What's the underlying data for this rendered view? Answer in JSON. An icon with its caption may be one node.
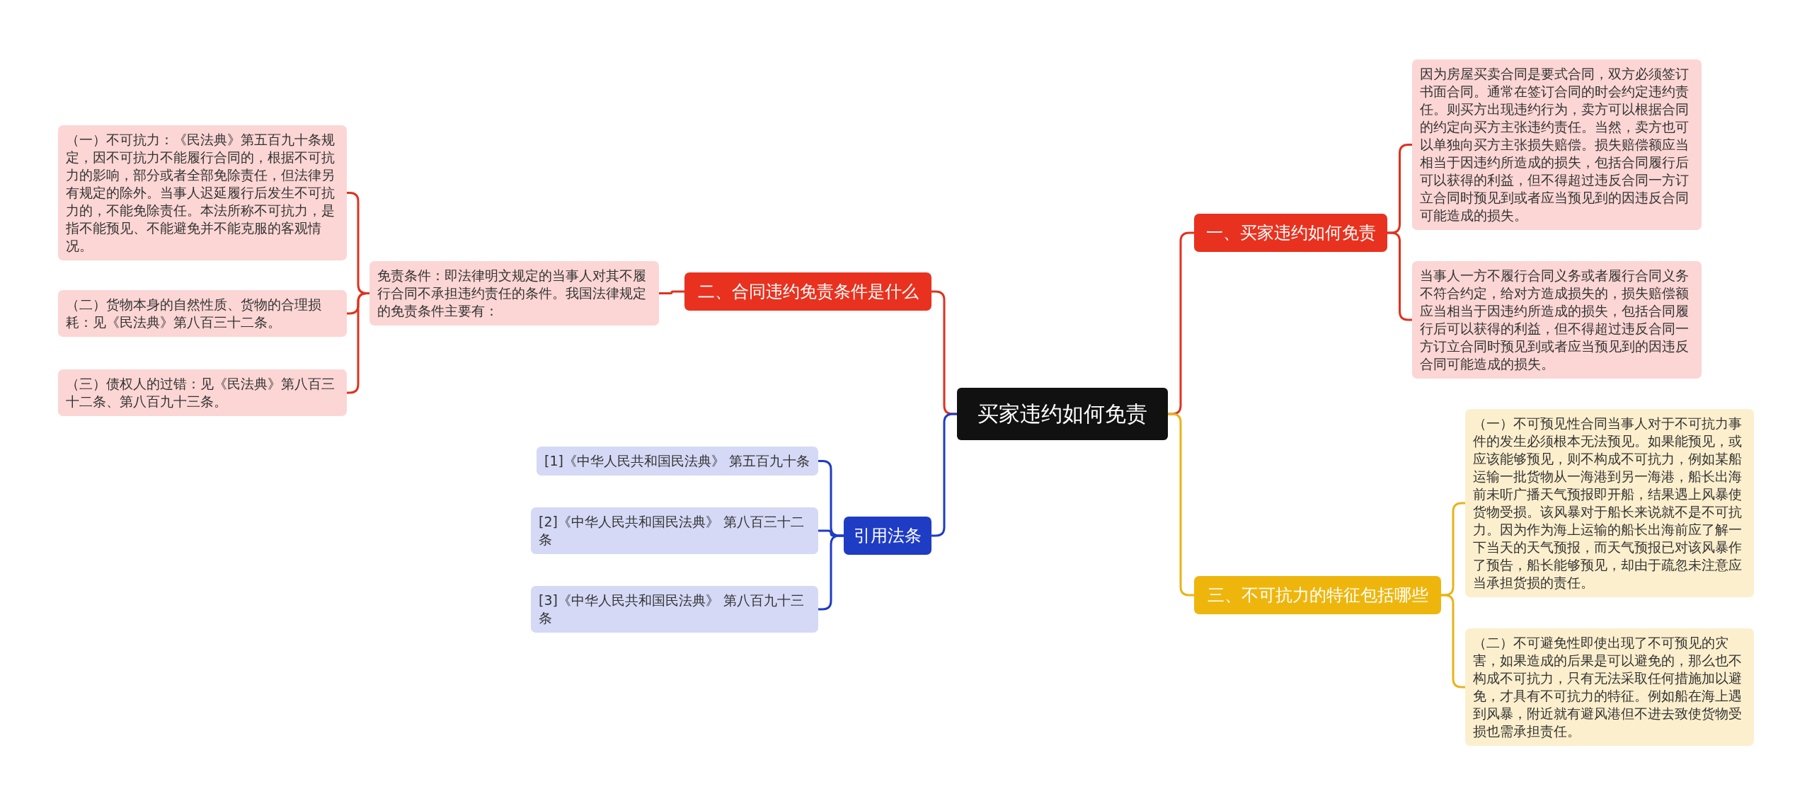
{
  "diagram": {
    "nodes": [
      {
        "text": [
          "买家违约如何免责"
        ]
      },
      {
        "text": [
          "一、买家违约如何免责"
        ]
      },
      {
        "text": [
          "因为房屋买卖合同是要式合同，双方必须签订书面合同。通常在签订合同的时会约定违约责任。则买方出现违约行为，卖方可以根据合同的约定向买方主张违约责任。当然，卖方也可以单独向买方主张损失赔偿。损失赔偿额应当相当于因违约所造成的损失，包括合同履行后可以获得的利益，但不得超过违反合同一方订立合同时预见到或者应当预见到的因违反合同可能造成的损失。"
        ]
      },
      {
        "text": [
          "当事人一方不履行合同义务或者履行合同义务不符合约定，给对方造成损失的，损失赔偿额应当相当于因违约所造成的损失，包括合同履行后可以获得的利益，但不得超过违反合同一方订立合同时预见到或者应当预见到的因违反合同可能造成的损失。"
        ]
      },
      {
        "text": [
          "三、不可抗力的特征包括哪些"
        ]
      },
      {
        "text": [
          "（一）不可预见性合同当事人对于不可抗力事件的发生必须根本无法预见。如果能预见，或应该能够预见，则不构成不可抗力，例如某船运输一批货物从一海港到另一海港，船长出海前未听广播天气预报即开船，结果遇上风暴使货物受损。该风暴对于船长来说就不是不可抗力。因为作为海上运输的船长出海前应了解一下当天的天气预报，而天气预报已对该风暴作了预告，船长能够预见，却由于疏忽未注意应当承担货损的责任。"
        ]
      },
      {
        "text": [
          "（二）不可避免性即使出现了不可预见的灾害，如果造成的后果是可以避免的，那么也不构成不可抗力，只有无法采取任何措施加以避免，才具有不可抗力的特征。例如船在海上遇到风暴，附近就有避风港但不进去致使货物受损也需承担责任。"
        ]
      },
      {
        "text": [
          "二、合同违约免责条件是什么"
        ]
      },
      {
        "text": [
          "免责条件：即法律明文规定的当事人对其不履行合同不承担违约责任的条件。我国法律规定的免责条件主要有："
        ]
      },
      {
        "text": [
          "（一）不可抗力：《民法典》第五百九十条规定，因不可抗力不能履行合同的，根据不可抗力的影响，部分或者全部免除责任，但法律另有规定的除外。当事人迟延履行后发生不可抗力的，不能免除责任。本法所称不可抗力，是指不能预见、不能避免并不能克服的客观情况。"
        ]
      },
      {
        "text": [
          "（二）货物本身的自然性质、货物的合理损耗：见《民法典》第八百三十二条。"
        ]
      },
      {
        "text": [
          "（三）债权人的过错：见《民法典》第八百三十二条、第八百九十三条。"
        ]
      },
      {
        "text": [
          "引用法条"
        ]
      },
      {
        "text": [
          "[1]《中华人民共和国民法典》 第五百九十条"
        ]
      },
      {
        "text": [
          "[2]《中华人民共和国民法典》 第八百三十二条"
        ]
      },
      {
        "text": [
          "[3]《中华人民共和国民法典》 第八百九十三条"
        ]
      }
    ],
    "edges": [
      {
        "from": 0,
        "to": 1,
        "arrow": "none"
      },
      {
        "from": 1,
        "to": 2,
        "arrow": "none"
      },
      {
        "from": 1,
        "to": 3,
        "arrow": "none"
      },
      {
        "from": 0,
        "to": 4,
        "arrow": "none",
        "color": "#e8b417"
      },
      {
        "from": 4,
        "to": 5,
        "arrow": "none",
        "color": "#e8b417"
      },
      {
        "from": 4,
        "to": 6,
        "arrow": "none",
        "color": "#e8b417"
      },
      {
        "from": 0,
        "to": 7,
        "arrow": "none"
      },
      {
        "from": 7,
        "to": 8,
        "arrow": "none"
      },
      {
        "from": 8,
        "to": 9,
        "arrow": "none"
      },
      {
        "from": 8,
        "to": 10,
        "arrow": "none"
      },
      {
        "from": 8,
        "to": 11,
        "arrow": "none"
      },
      {
        "from": 0,
        "to": 12,
        "arrow": "none",
        "color": "#1f3cc4"
      },
      {
        "from": 12,
        "to": 13,
        "arrow": "none",
        "color": "#1f3cc4"
      },
      {
        "from": 12,
        "to": 14,
        "arrow": "none",
        "color": "#1f3cc4"
      },
      {
        "from": 12,
        "to": 15,
        "arrow": "none",
        "color": "#1f3cc4"
      }
    ]
  }
}
